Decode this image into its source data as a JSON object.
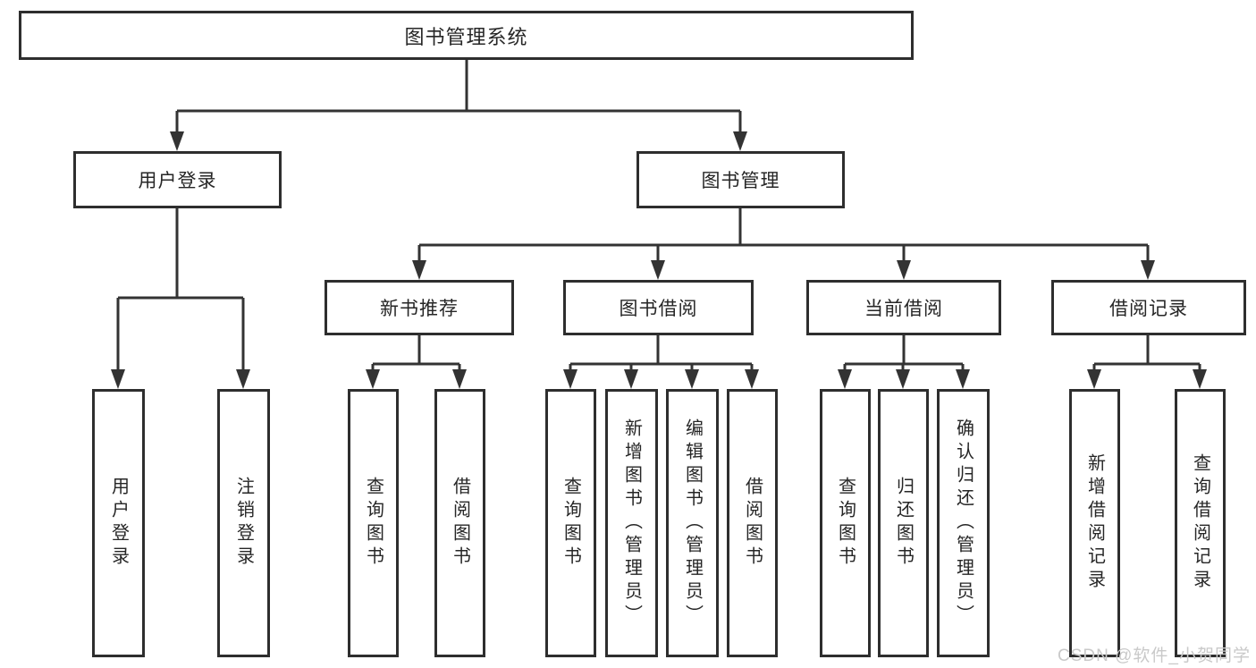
{
  "root": {
    "label": "图书管理系统"
  },
  "branches": [
    {
      "label": "用户登录",
      "children": [
        {
          "label": "用户登录"
        },
        {
          "label": "注销登录"
        }
      ]
    },
    {
      "label": "图书管理",
      "children": [
        {
          "label": "新书推荐",
          "children": [
            {
              "label": "查询图书"
            },
            {
              "label": "借阅图书"
            }
          ]
        },
        {
          "label": "图书借阅",
          "children": [
            {
              "label": "查询图书"
            },
            {
              "label": "新增图书（管理员）"
            },
            {
              "label": "编辑图书（管理员）"
            },
            {
              "label": "借阅图书"
            }
          ]
        },
        {
          "label": "当前借阅",
          "children": [
            {
              "label": "查询图书"
            },
            {
              "label": "归还图书"
            },
            {
              "label": "确认归还（管理员）"
            }
          ]
        },
        {
          "label": "借阅记录",
          "children": [
            {
              "label": "新增借阅记录"
            },
            {
              "label": "查询借阅记录"
            }
          ]
        }
      ]
    }
  ],
  "watermark": "CSDN @软件_小贺同学",
  "colors": {
    "line": "#333333",
    "border": "#2e2e2e",
    "text": "#262626",
    "watermark": "#c9c9c9"
  }
}
